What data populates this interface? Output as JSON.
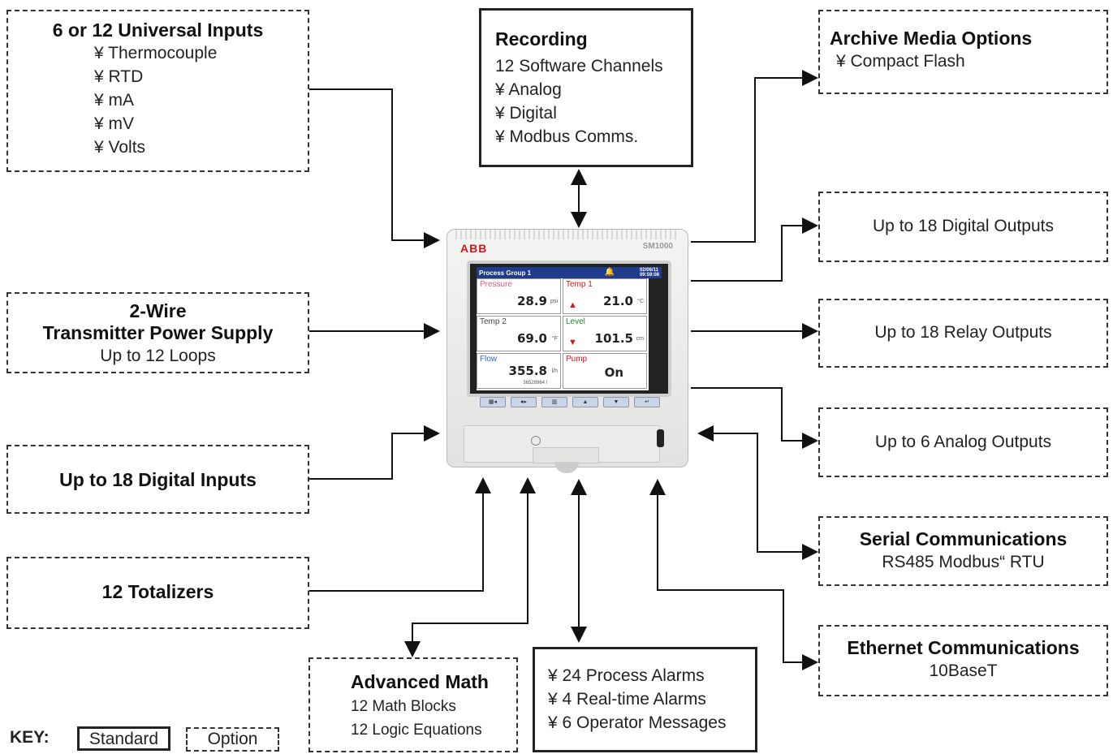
{
  "universal_inputs": {
    "title": "6 or 12 Universal Inputs",
    "items": [
      "¥ Thermocouple",
      "¥ RTD",
      "¥ mA",
      "¥ mV",
      "¥ Volts"
    ]
  },
  "recording": {
    "title": "Recording",
    "items": [
      "12 Software Channels",
      "¥ Analog",
      "¥ Digital",
      "¥ Modbus Comms."
    ]
  },
  "archive": {
    "title": "Archive Media Options",
    "items": [
      "¥ Compact Flash"
    ]
  },
  "digital_outputs": {
    "text": "Up to 18 Digital Outputs"
  },
  "transmitter": {
    "title_line1": "2-Wire",
    "title_line2": "Transmitter Power  Supply",
    "sub": "Up to 12 Loops"
  },
  "relay_outputs": {
    "text": "Up to 18 Relay Outputs"
  },
  "analog_outputs": {
    "text": "Up to 6 Analog Outputs"
  },
  "digital_inputs": {
    "title": "Up to 18 Digital Inputs"
  },
  "serial": {
    "title": "Serial Communications",
    "sub": "RS485 Modbus“ RTU"
  },
  "totalizers": {
    "title": "12 Totalizers"
  },
  "ethernet": {
    "title": "Ethernet Communications",
    "sub": "10BaseT"
  },
  "advanced_math": {
    "title": "Advanced Math",
    "items": [
      "12 Math Blocks",
      "12 Logic Equations"
    ]
  },
  "alarms": {
    "items": [
      "¥ 24 Process Alarms",
      "¥ 4 Real-time Alarms",
      "¥ 6 Operator Messages"
    ]
  },
  "key": {
    "label": "KEY:",
    "standard": "Standard",
    "option": "Option"
  },
  "device": {
    "brand": "ABB",
    "model": "SM1000",
    "screen_title": "Process Group 1",
    "date": "02/06/11",
    "time": "09:59:08",
    "cells": [
      {
        "label": "Pressure",
        "value": "28.9",
        "unit": "psi",
        "label_color": "#e05a78"
      },
      {
        "label": "Temp 1",
        "value": "21.0",
        "unit": "°C",
        "label_color": "#d6141c"
      },
      {
        "label": "Temp 2",
        "value": "69.0",
        "unit": "°F",
        "label_color": "#444444"
      },
      {
        "label": "Level",
        "value": "101.5",
        "unit": "cm",
        "label_color": "#1b8a2e"
      },
      {
        "label": "Flow",
        "value": "355.8",
        "unit": "l/h",
        "sub": "36528964 l",
        "label_color": "#2a66c9"
      },
      {
        "label": "Pump",
        "value": "On",
        "unit": "",
        "label_color": "#d6141c"
      }
    ]
  }
}
